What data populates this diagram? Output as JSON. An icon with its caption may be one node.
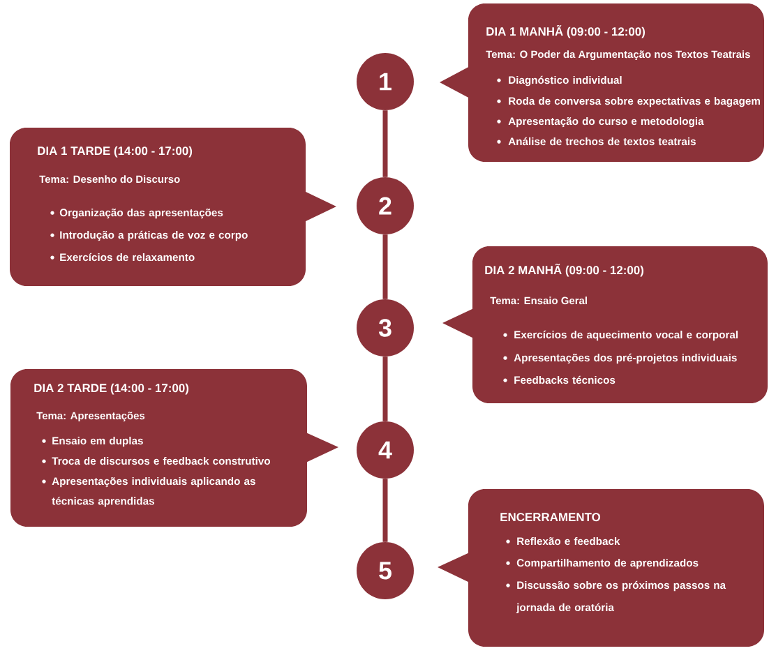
{
  "diagram": {
    "nodes": [
      {
        "text": [
          "1"
        ]
      },
      {
        "text": [
          "DIA 1 MANHÃ (09:00 - 12:00)",
          "Tema: O Poder da Argumentação nos Textos Teatrais",
          "Diagnóstico individual",
          "Roda de conversa sobre expectativas e bagagem",
          "Apresentação do curso e metodologia",
          "Análise de trechos de textos teatrais"
        ]
      },
      {
        "text": [
          "2"
        ]
      },
      {
        "text": [
          "DIA 1 TARDE (14:00 - 17:00)",
          "Tema: Desenho do Discurso",
          "Organização das apresentações",
          "Introdução a práticas de voz e corpo",
          "Exercícios de relaxamento"
        ]
      },
      {
        "text": [
          "3"
        ]
      },
      {
        "text": [
          "DIA 2 MANHÃ (09:00 - 12:00)",
          "Tema: Ensaio Geral",
          "Exercícios de aquecimento vocal e corporal",
          "Apresentações dos pré-projetos individuais",
          "Feedbacks técnicos"
        ]
      },
      {
        "text": [
          "4"
        ]
      },
      {
        "text": [
          "DIA 2 TARDE (14:00 - 17:00)",
          "Tema: Apresentações",
          "Ensaio em duplas",
          "Troca de discursos e feedback construtivo",
          "Apresentações individuais aplicando as técnicas aprendidas"
        ]
      },
      {
        "text": [
          "5"
        ]
      },
      {
        "text": [
          "ENCERRAMENTO",
          "Reflexão e feedback",
          "Compartilhamento de aprendizados",
          "Discussão sobre os próximos passos na jornada de oratória"
        ]
      }
    ],
    "edges": [
      {
        "from": 0,
        "to": 2,
        "arrow": "none"
      },
      {
        "from": 2,
        "to": 4,
        "arrow": "none"
      },
      {
        "from": 4,
        "to": 6,
        "arrow": "none"
      },
      {
        "from": 6,
        "to": 8,
        "arrow": "none"
      }
    ]
  }
}
